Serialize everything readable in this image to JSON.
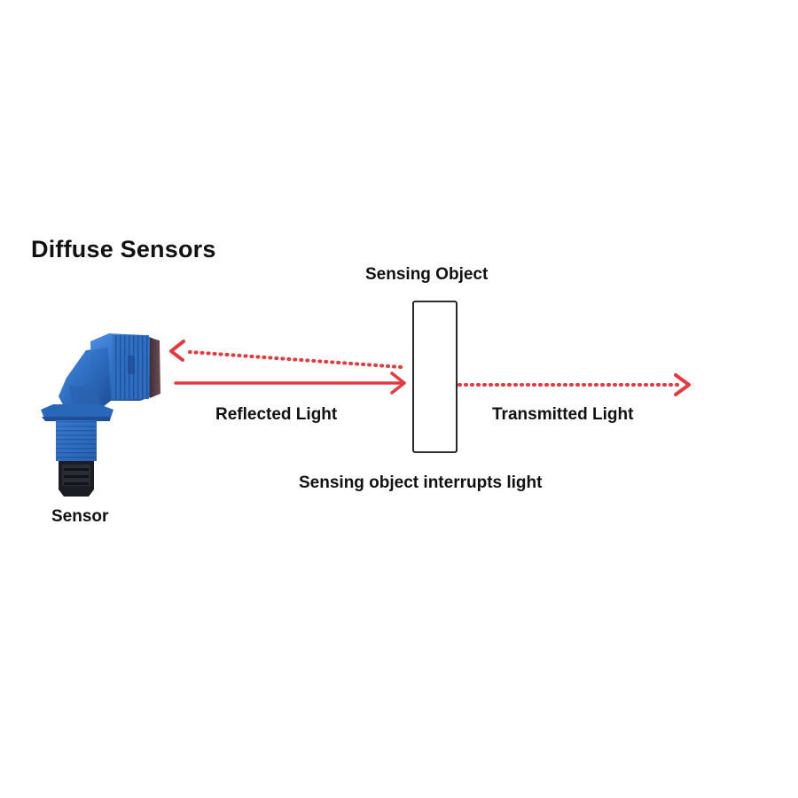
{
  "title": "Diffuse Sensors",
  "labels": {
    "sensing_object": "Sensing Object",
    "reflected_light": "Reflected Light",
    "transmitted_light": "Transmitted Light",
    "caption": "Sensing object interrupts light",
    "sensor": "Sensor"
  },
  "colors": {
    "beam": "#e23b3f",
    "sensor_body": "#2f6fc2",
    "sensor_shadow": "#1f4f98",
    "connector": "#1b1d22",
    "lens": "#5b3d43",
    "object_border": "#111111",
    "background": "#ffffff"
  },
  "icons": {
    "sensor": "photoelectric-sensor-icon",
    "object": "sensing-object-rectangle"
  }
}
